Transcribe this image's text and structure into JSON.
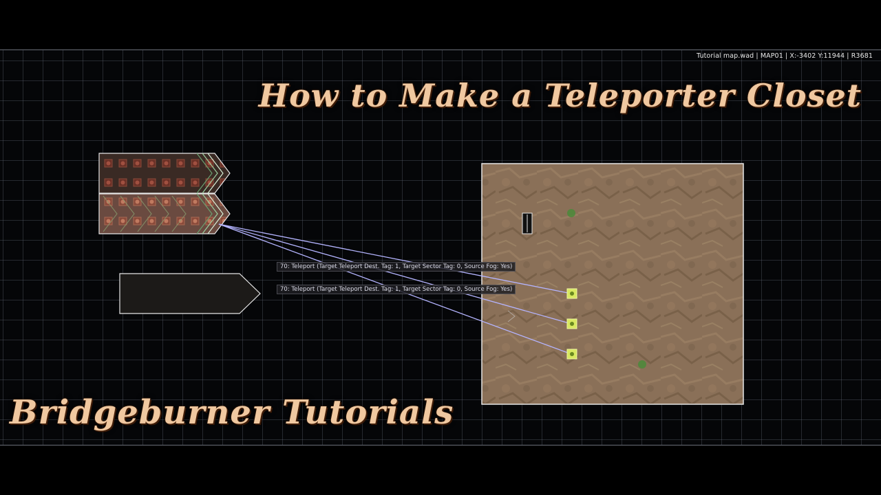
{
  "status_bar": {
    "text": "Tutorial map.wad | MAP01 | X:-3402 Y:11944 | R3681"
  },
  "overlay": {
    "title": "How to Make a Teleporter Closet",
    "brand": "Bridgeburner Tutorials"
  },
  "map": {
    "action_labels": [
      "70: Teleport (Target Teleport Dest. Tag: 1, Target Sector Tag: 0, Source Fog: Yes)",
      "70: Teleport (Target Teleport Dest. Tag: 1, Target Sector Tag: 0, Source Fog: Yes)"
    ],
    "colors": {
      "grid_background": "#050608",
      "floor": "#8a7058",
      "closet": "#5a3a2e",
      "link_line": "#b4b4ff",
      "thing_marker": "#d8e860",
      "linedef": "#e6e6e6"
    }
  }
}
